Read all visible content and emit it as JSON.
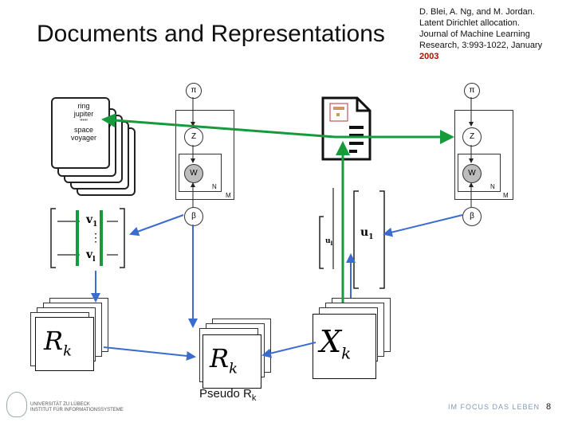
{
  "title": "Documents and Representations",
  "reference": {
    "lines": [
      "D. Blei, A. Ng, and M. Jordan.",
      "Latent Dirichlet allocation.",
      "Journal of Machine Learning",
      "Research, 3:993-1022, January"
    ],
    "year": "2003"
  },
  "documents": {
    "words": [
      "ring",
      "jupiter",
      "\"\"\"",
      "space",
      "voyager"
    ],
    "extra": "y"
  },
  "plate_model_left": {
    "pi": "π",
    "z": "Z",
    "w": "W",
    "beta": "β",
    "n": "N",
    "m": "M"
  },
  "plate_model_right": {
    "pi": "π",
    "z": "Z",
    "w": "W",
    "beta": "β",
    "n": "N",
    "m": "M"
  },
  "svd": {
    "v1": "v",
    "v_sub1": "1",
    "vl": "v",
    "v_subl": "l",
    "dots": "⋮",
    "ul": "u",
    "ul_sub": "l",
    "u1": "u",
    "u1_sub": "1"
  },
  "matrices": {
    "rk_left": "R",
    "rk_center": "R",
    "xk": "X",
    "sub": "k"
  },
  "pseudo_label": "Pseudo R",
  "pseudo_sub": "k",
  "footer": {
    "university": [
      "UNIVERSITÄT ZU LÜBECK",
      "INSTITUT FÜR INFORMATIONSSYSTEME"
    ],
    "slogan": "IM FOCUS DAS LEBEN",
    "page_number": "8"
  },
  "colors": {
    "arrow_green": "#159b3c",
    "arrow_blue": "#3a6ccf",
    "year_red": "#c00000",
    "slogan_blue": "#7f9bb5"
  }
}
